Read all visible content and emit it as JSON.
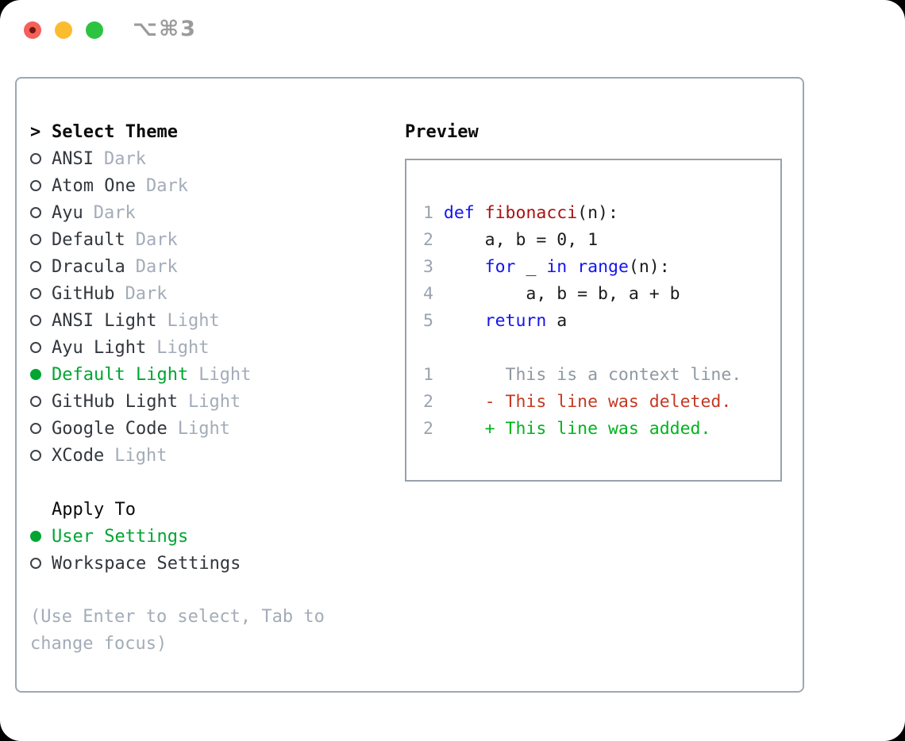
{
  "titlebar": {
    "shortcut": "⌥⌘3"
  },
  "theme_picker": {
    "title_prefix": ">",
    "title": "Select Theme",
    "items": [
      {
        "name": "ANSI",
        "variant": "Dark",
        "selected": false
      },
      {
        "name": "Atom One",
        "variant": "Dark",
        "selected": false
      },
      {
        "name": "Ayu",
        "variant": "Dark",
        "selected": false
      },
      {
        "name": "Default",
        "variant": "Dark",
        "selected": false
      },
      {
        "name": "Dracula",
        "variant": "Dark",
        "selected": false
      },
      {
        "name": "GitHub",
        "variant": "Dark",
        "selected": false
      },
      {
        "name": "ANSI Light",
        "variant": "Light",
        "selected": false
      },
      {
        "name": "Ayu Light",
        "variant": "Light",
        "selected": false
      },
      {
        "name": "Default Light",
        "variant": "Light",
        "selected": true
      },
      {
        "name": "GitHub Light",
        "variant": "Light",
        "selected": false
      },
      {
        "name": "Google Code",
        "variant": "Light",
        "selected": false
      },
      {
        "name": "XCode",
        "variant": "Light",
        "selected": false
      }
    ]
  },
  "apply_to": {
    "title": "Apply To",
    "options": [
      {
        "label": "User Settings",
        "selected": true
      },
      {
        "label": "Workspace Settings",
        "selected": false
      }
    ]
  },
  "hint": "(Use Enter to select, Tab to change focus)",
  "preview": {
    "title": "Preview",
    "lines": [
      {
        "num": "1",
        "segs": [
          [
            "def",
            "k"
          ],
          [
            " ",
            "p"
          ],
          [
            "fibonacci",
            "f"
          ],
          [
            "(n):",
            "p"
          ]
        ]
      },
      {
        "num": "2",
        "segs": [
          [
            "    a, b = 0, 1",
            "p"
          ]
        ]
      },
      {
        "num": "3",
        "segs": [
          [
            "    ",
            "p"
          ],
          [
            "for",
            "k"
          ],
          [
            " _ ",
            "p"
          ],
          [
            "in",
            "k"
          ],
          [
            " ",
            "p"
          ],
          [
            "range",
            "k"
          ],
          [
            "(n):",
            "p"
          ]
        ]
      },
      {
        "num": "4",
        "segs": [
          [
            "        a, b = b, a + b",
            "p"
          ]
        ]
      },
      {
        "num": "5",
        "segs": [
          [
            "    ",
            "p"
          ],
          [
            "return",
            "k"
          ],
          [
            " a",
            "p"
          ]
        ]
      },
      {
        "num": "",
        "segs": []
      },
      {
        "num": "1",
        "segs": [
          [
            "      This is a context line.",
            "x"
          ]
        ]
      },
      {
        "num": "2",
        "segs": [
          [
            "    - This line was deleted.",
            "d"
          ]
        ]
      },
      {
        "num": "2",
        "segs": [
          [
            "    + This line was added.",
            "a"
          ]
        ]
      }
    ]
  },
  "colors": {
    "tl_red": "#f4605a",
    "tl_red_dot": "#701712",
    "tl_yellow": "#fcbc2f",
    "tl_green": "#2dc342",
    "shortcut": "#9b9b9b",
    "panel_border": "#9ea7b2",
    "preview_border": "#98a1ac",
    "title": "#0b0b0b",
    "item_text": "#32373d",
    "muted": "#a3acb8",
    "accent_green": "#00a532",
    "circle": "#3d434a",
    "keyword": "#1414f0",
    "function": "#a81212",
    "plain": "#1b1b1b",
    "linenum": "#9aa3ae",
    "context": "#9098a1",
    "deleted": "#c43922",
    "added": "#00b41e"
  }
}
